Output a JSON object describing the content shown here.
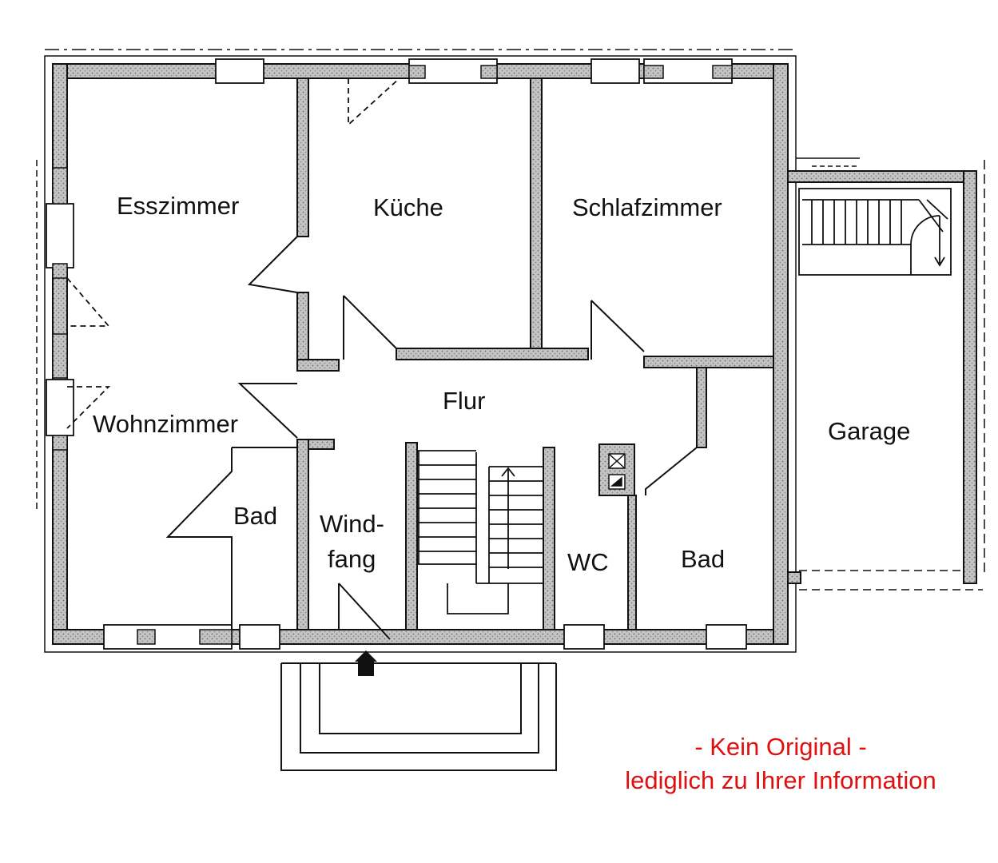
{
  "rooms": {
    "esszimmer": "Esszimmer",
    "kueche": "Küche",
    "schlafzimmer": "Schlafzimmer",
    "flur": "Flur",
    "wohnzimmer": "Wohnzimmer",
    "bad_left": "Bad",
    "windfang_line1": "Wind-",
    "windfang_line2": "fang",
    "wc": "WC",
    "bad_right": "Bad",
    "garage": "Garage"
  },
  "notice": {
    "line1": "- Kein Original -",
    "line2": "lediglich zu Ihrer Information"
  },
  "colors": {
    "notice": "#e01010",
    "walls": "#111111",
    "wall_fill": "#bdbdbd"
  }
}
